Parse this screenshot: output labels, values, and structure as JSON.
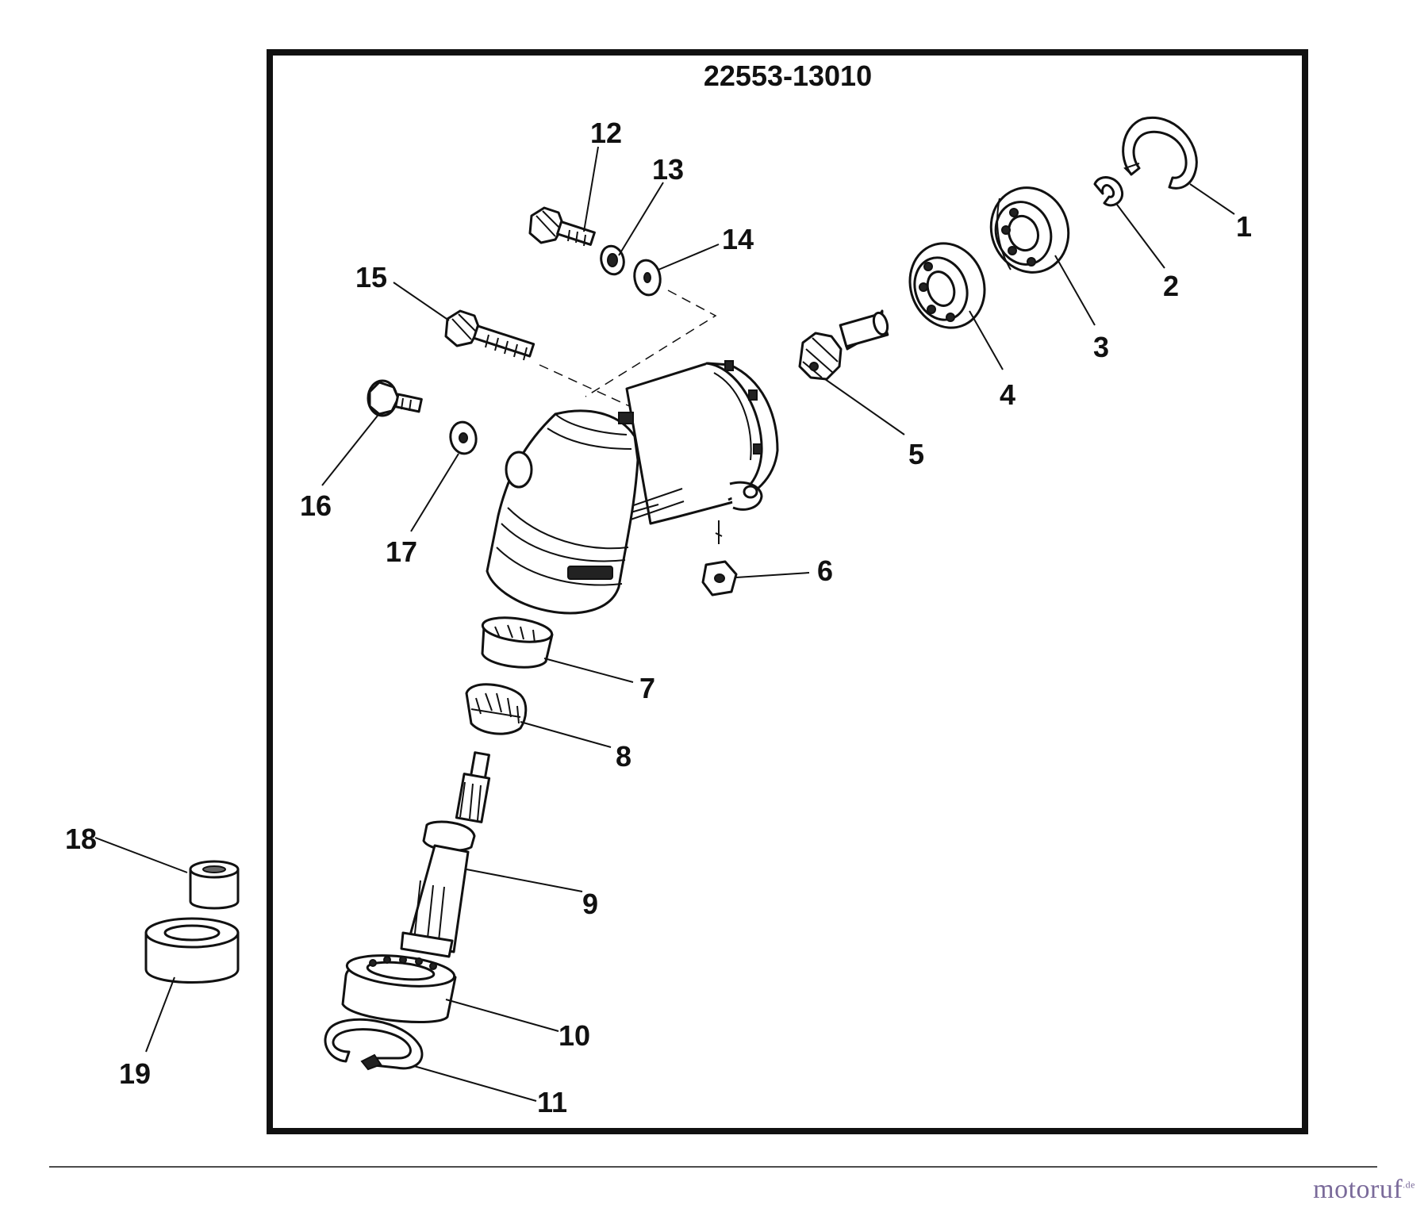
{
  "diagram": {
    "part_number": "22553-13010",
    "labels": {
      "p1": "1",
      "p2": "2",
      "p3": "3",
      "p4": "4",
      "p5": "5",
      "p6": "6",
      "p7": "7",
      "p8": "8",
      "p9": "9",
      "p10": "10",
      "p11": "11",
      "p12": "12",
      "p13": "13",
      "p14": "14",
      "p15": "15",
      "p16": "16",
      "p17": "17",
      "p18": "18",
      "p19": "19"
    }
  },
  "watermark": {
    "brand": "motoruf",
    "suffix": ".de",
    "color": "#7a6a9a"
  }
}
